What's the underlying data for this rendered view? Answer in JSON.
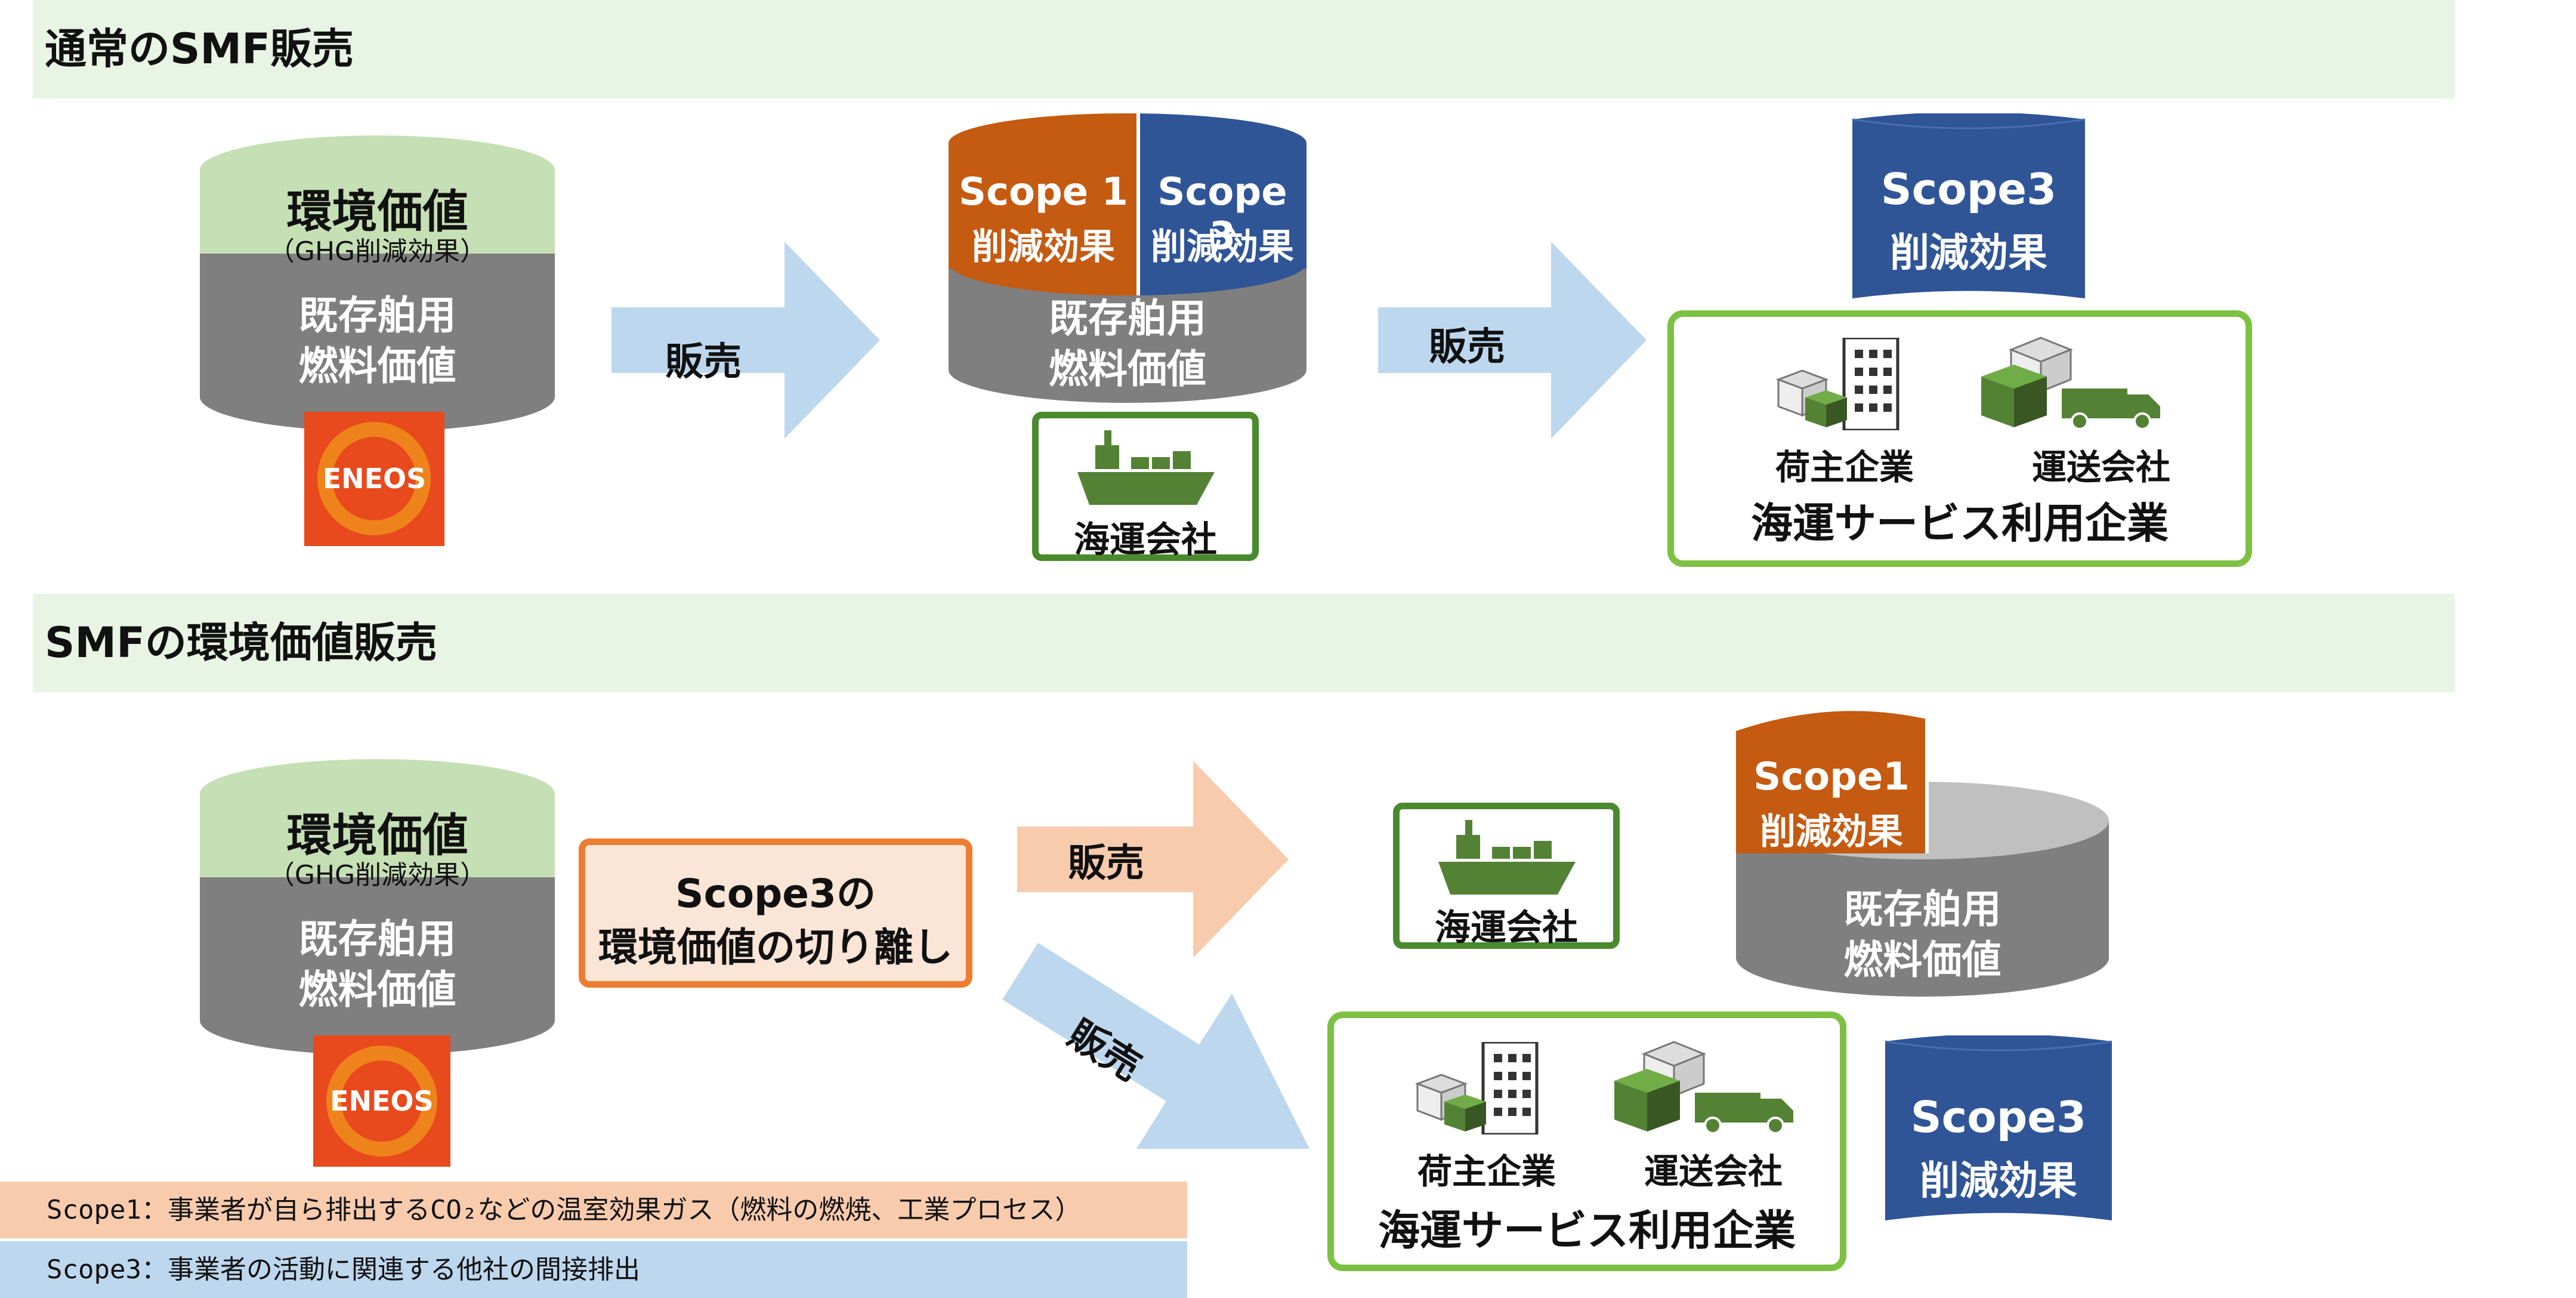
{
  "section1": {
    "title": "通常のSMF販売"
  },
  "section2": {
    "title": "SMFの環境価値販売"
  },
  "cyl": {
    "env_value": "環境価値",
    "env_sub": "（GHG削減効果）",
    "fuel_line1": "既存舶用",
    "fuel_line2": "燃料価値",
    "scope1_line1": "Scope 1",
    "scope3_line1": "Scope 3",
    "scope1b_line1": "Scope1",
    "scope3b_line1": "Scope3",
    "reduction": "削減効果"
  },
  "logo": {
    "text": "ENEOS"
  },
  "arrows": {
    "sell": "販売"
  },
  "separation": {
    "line1": "Scope3の",
    "line2": "環境価値の切り離し"
  },
  "shipping": {
    "label": "海運会社"
  },
  "users": {
    "shipper": "荷主企業",
    "transport": "運送会社",
    "title": "海運サービス利用企業"
  },
  "legend": {
    "scope1_text": "Scope1：事業者が自ら排出するCO₂などの温室効果ガス（燃料の燃焼、工業プロセス）",
    "scope3_text": "Scope3：事業者の活動に関連する他社の間接排出"
  },
  "colors": {
    "green_light": "#c5e0b4",
    "gray": "#7f7f7f",
    "orange": "#c55a11",
    "blue": "#2f5597",
    "arrow_blue": "#bdd7ee",
    "arrow_orange": "#f8cbad",
    "green_border": "#7dc142",
    "dark_green": "#548235"
  },
  "icons": [
    "ship-icon",
    "building-icon",
    "box-icon",
    "truck-icon",
    "eneos-logo"
  ]
}
